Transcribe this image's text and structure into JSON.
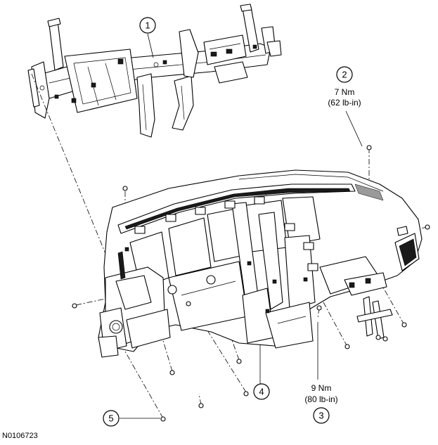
{
  "figure_id": "N0106723",
  "callouts": [
    {
      "number": "1",
      "torque": "",
      "torque_imperial": ""
    },
    {
      "number": "2",
      "torque": "7 Nm",
      "torque_imperial": "(62 lb-in)"
    },
    {
      "number": "3",
      "torque": "9 Nm",
      "torque_imperial": "(80 lb-in)"
    },
    {
      "number": "4",
      "torque": "",
      "torque_imperial": ""
    },
    {
      "number": "5",
      "torque": "",
      "torque_imperial": ""
    }
  ]
}
